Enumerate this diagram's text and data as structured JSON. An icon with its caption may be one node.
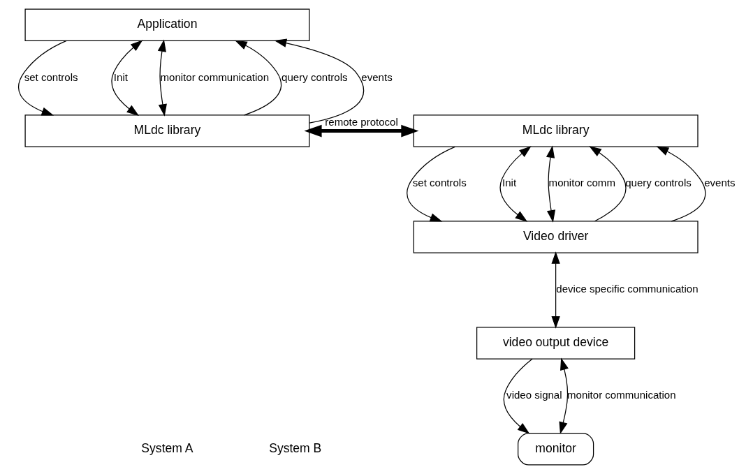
{
  "diagram": {
    "nodes": [
      {
        "text": [
          "Application"
        ]
      },
      {
        "text": [
          "MLdc library"
        ]
      },
      {
        "text": [
          "MLdc library"
        ]
      },
      {
        "text": [
          "Video driver"
        ]
      },
      {
        "text": [
          "video output device"
        ]
      },
      {
        "text": [
          "monitor"
        ]
      }
    ],
    "edges": [
      {
        "from": 1,
        "to": 0,
        "arrow": "to",
        "label": "query controls"
      },
      {
        "from": 1,
        "to": 0,
        "arrow": "to",
        "label": "events"
      },
      {
        "from": 0,
        "to": 1,
        "arrow": "to",
        "label": "set controls"
      },
      {
        "from": 0,
        "to": 1,
        "arrow": "both",
        "label": "Init"
      },
      {
        "from": 0,
        "to": 1,
        "arrow": "both",
        "label": "monitor communication"
      },
      {
        "from": 1,
        "to": 2,
        "arrow": "both",
        "label": "remote protocol",
        "style": "thick"
      },
      {
        "from": 3,
        "to": 2,
        "arrow": "to",
        "label": "query controls"
      },
      {
        "from": 3,
        "to": 2,
        "arrow": "to",
        "label": "events"
      },
      {
        "from": 2,
        "to": 3,
        "arrow": "to",
        "label": "set controls"
      },
      {
        "from": 2,
        "to": 3,
        "arrow": "both",
        "label": "Init"
      },
      {
        "from": 2,
        "to": 3,
        "arrow": "both",
        "label": "monitor comm"
      },
      {
        "from": 3,
        "to": 4,
        "arrow": "both",
        "label": "device specific communication"
      },
      {
        "from": 4,
        "to": 5,
        "arrow": "to",
        "label": "video signal"
      },
      {
        "from": 4,
        "to": 5,
        "arrow": "both",
        "label": "monitor communication"
      }
    ],
    "labels": [
      "System A",
      "System B"
    ]
  }
}
